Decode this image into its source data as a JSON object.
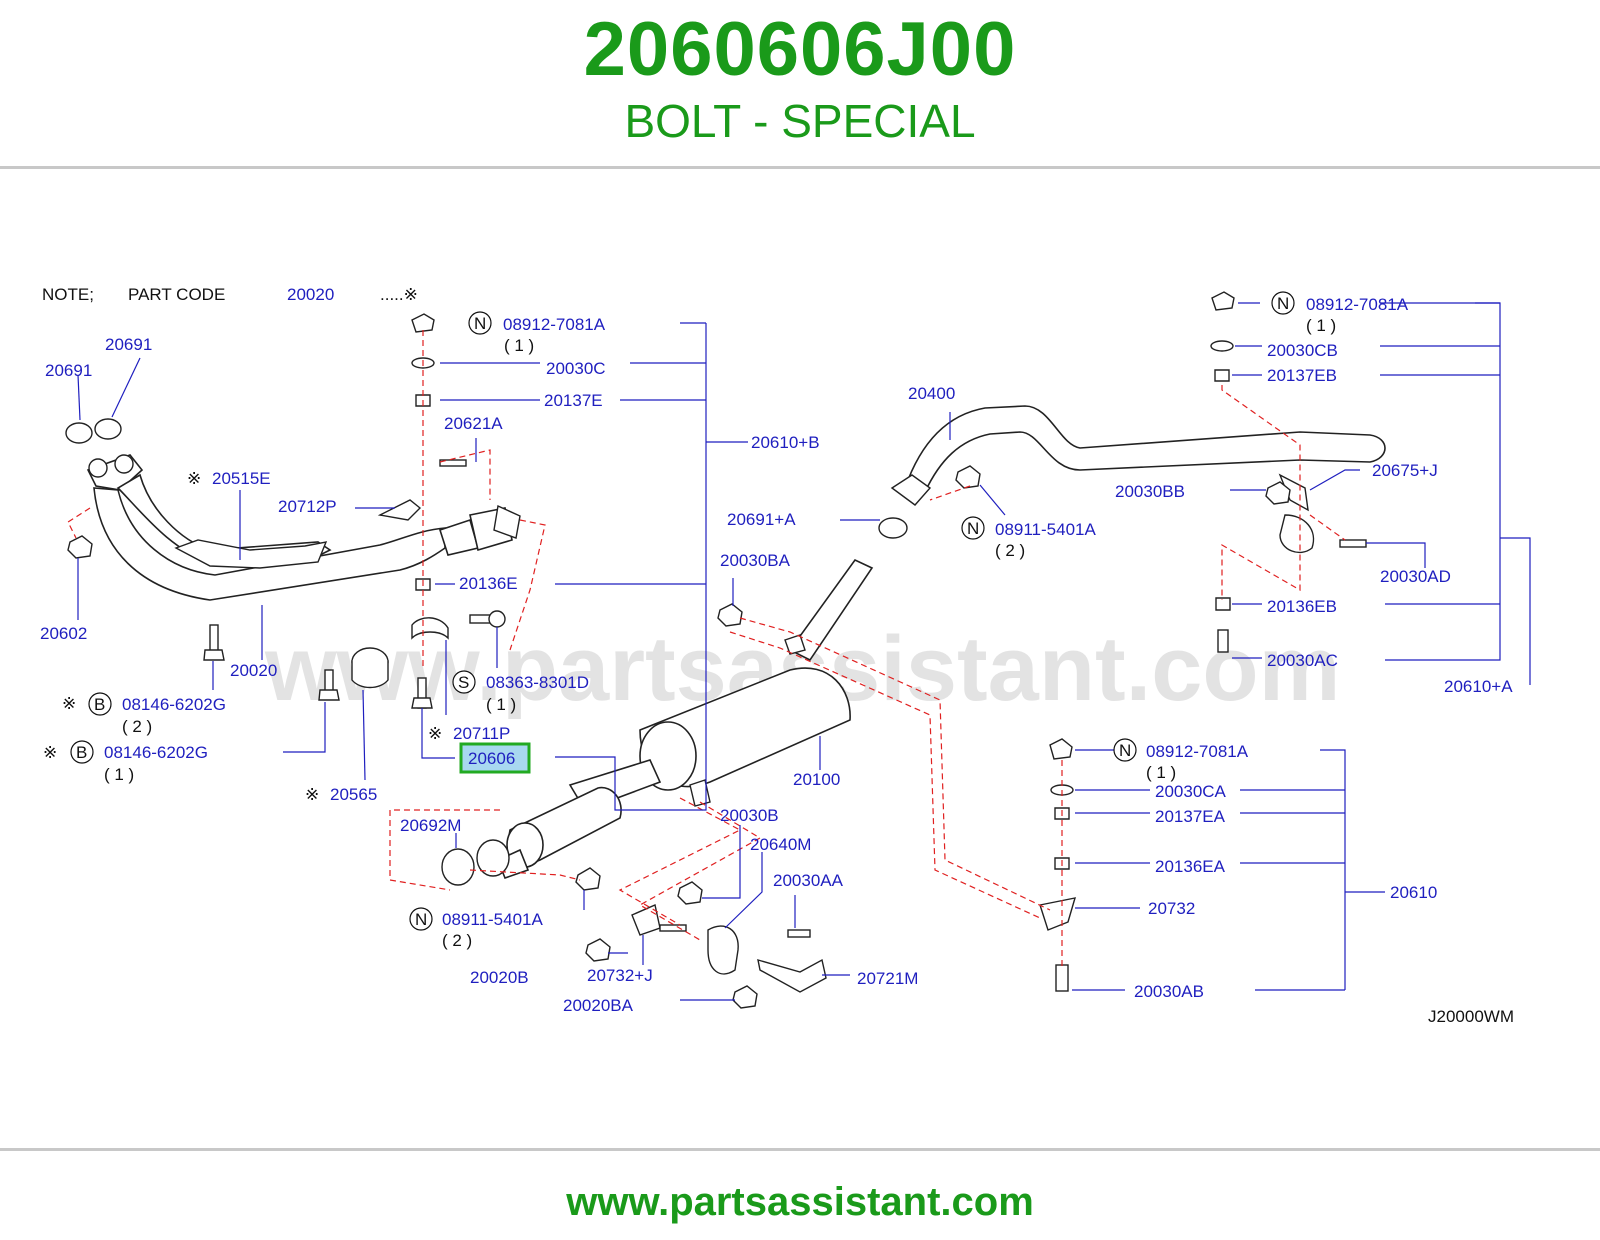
{
  "header": {
    "part_number": "2060606J00",
    "part_name": "BOLT - SPECIAL"
  },
  "diagram": {
    "watermark": "www.partsassistant.com",
    "note": {
      "prefix": "NOTE;",
      "label": "PART  CODE",
      "code": "20020",
      "mark": ".....※"
    },
    "drawing_code": "J20000WM",
    "highlighted_part": "20606",
    "labels": {
      "l20691a": "20691",
      "l20691b": "20691",
      "l20515e": "20515E",
      "l20712p": "20712P",
      "l20602": "20602",
      "l20020": "20020",
      "l08146a": "08146-6202G",
      "l08146a_q": "( 2 )",
      "l08146b": "08146-6202G",
      "l08146b_q": "( 1 )",
      "l20565": "20565",
      "l08912a": "08912-7081A",
      "l08912a_q": "( 1 )",
      "l20030c": "20030C",
      "l20137e": "20137E",
      "l20621a": "20621A",
      "l20610b": "20610+B",
      "l20136e": "20136E",
      "l08363": "08363-8301D",
      "l08363_q": "( 1 )",
      "l20711p": "20711P",
      "l20692m": "20692M",
      "l08911a": "08911-5401A",
      "l08911a_q": "( 2 )",
      "l20020b": "20020B",
      "l20732j": "20732+J",
      "l20020ba": "20020BA",
      "l20030b": "20030B",
      "l20640m": "20640M",
      "l20030aa": "20030AA",
      "l20721m": "20721M",
      "l20100": "20100",
      "l20030ba": "20030BA",
      "l20691pa": "20691+A",
      "l20400": "20400",
      "l08911b": "08911-5401A",
      "l08911b_q": "( 2 )",
      "l08912b": "08912-7081A",
      "l08912b_q": "( 1 )",
      "l20030cb": "20030CB",
      "l20137eb": "20137EB",
      "l20675j": "20675+J",
      "l20030bb": "20030BB",
      "l20030ad": "20030AD",
      "l20136eb": "20136EB",
      "l20030ac": "20030AC",
      "l20610a": "20610+A",
      "l08912c": "08912-7081A",
      "l08912c_q": "( 1 )",
      "l20030ca": "20030CA",
      "l20137ea": "20137EA",
      "l20136ea": "20136EA",
      "l20610": "20610",
      "l20732": "20732",
      "l20030ab": "20030AB"
    },
    "symbols": {
      "ref": "※",
      "nut": "N",
      "bolt": "B",
      "screw": "S"
    }
  },
  "footer": {
    "url": "www.partsassistant.com"
  }
}
